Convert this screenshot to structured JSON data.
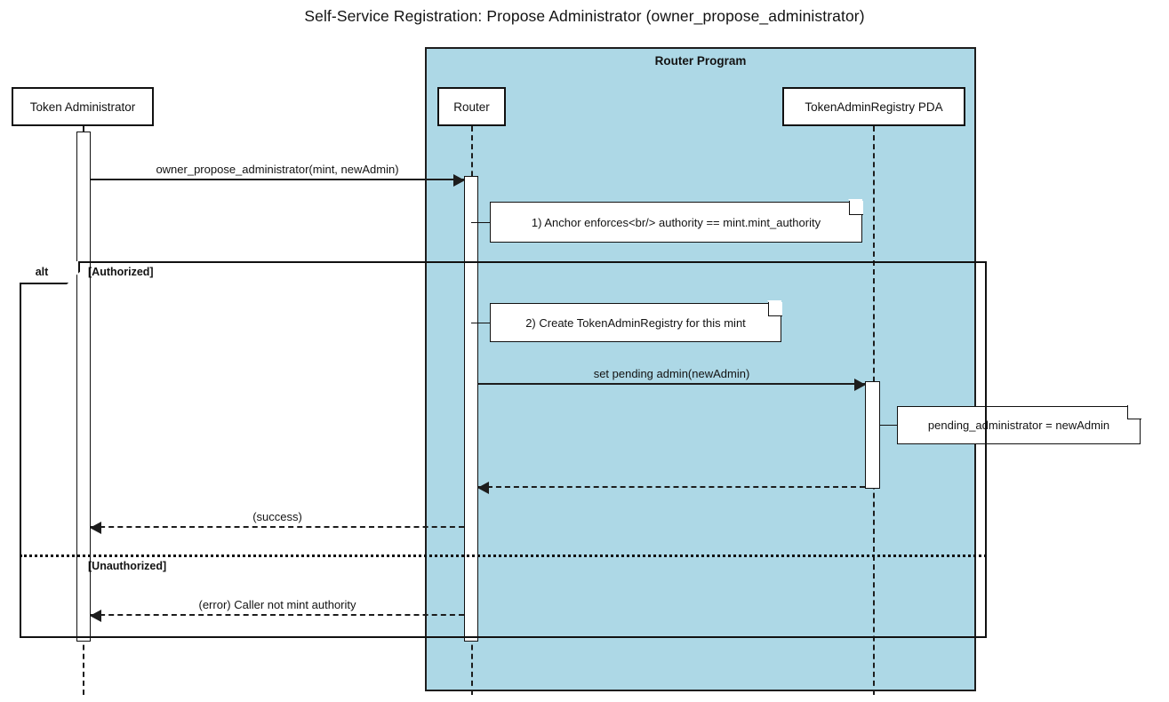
{
  "title": "Self-Service Registration: Propose Administrator (owner_propose_administrator)",
  "colors": {
    "group_background": "#ADD8E6",
    "stroke": "#1d1d1d",
    "note_background": "#ffffff",
    "actor_background": "#ffffff"
  },
  "group": {
    "label": "Router Program"
  },
  "participants": [
    {
      "id": "token-administrator",
      "label": "Token Administrator",
      "inside_group": false
    },
    {
      "id": "router",
      "label": "Router",
      "inside_group": true
    },
    {
      "id": "token-admin-registry-pda",
      "label": "TokenAdminRegistry PDA",
      "inside_group": true
    }
  ],
  "messages": [
    {
      "id": "owner-propose-administrator",
      "label": "owner_propose_administrator(mint, newAdmin)",
      "from": "token-administrator",
      "to": "router",
      "style": "solid",
      "direction": "right"
    },
    {
      "id": "set-pending-admin",
      "label": "set pending admin(newAdmin)",
      "from": "router",
      "to": "token-admin-registry-pda",
      "style": "solid",
      "direction": "right"
    },
    {
      "id": "pda-return",
      "label": "",
      "from": "token-admin-registry-pda",
      "to": "router",
      "style": "dashed",
      "direction": "left"
    },
    {
      "id": "success-return",
      "label": "(success)",
      "from": "router",
      "to": "token-administrator",
      "style": "dashed",
      "direction": "left"
    },
    {
      "id": "error-return",
      "label": "(error) Caller not mint authority",
      "from": "router",
      "to": "token-administrator",
      "style": "dashed",
      "direction": "left"
    }
  ],
  "notes": [
    {
      "id": "note-anchor-enforces",
      "text": "1) Anchor enforces<br/> authority == mint.mint_authority",
      "attached_to": "router"
    },
    {
      "id": "note-create-registry",
      "text": "2) Create TokenAdminRegistry for this mint",
      "attached_to": "router"
    },
    {
      "id": "note-pending-administrator",
      "text": "pending_administrator = newAdmin",
      "attached_to": "token-admin-registry-pda"
    }
  ],
  "fragment": {
    "type": "alt",
    "label": "alt",
    "branches": [
      {
        "id": "branch-authorized",
        "guard": "[Authorized]"
      },
      {
        "id": "branch-unauthorized",
        "guard": "[Unauthorized]"
      }
    ]
  }
}
